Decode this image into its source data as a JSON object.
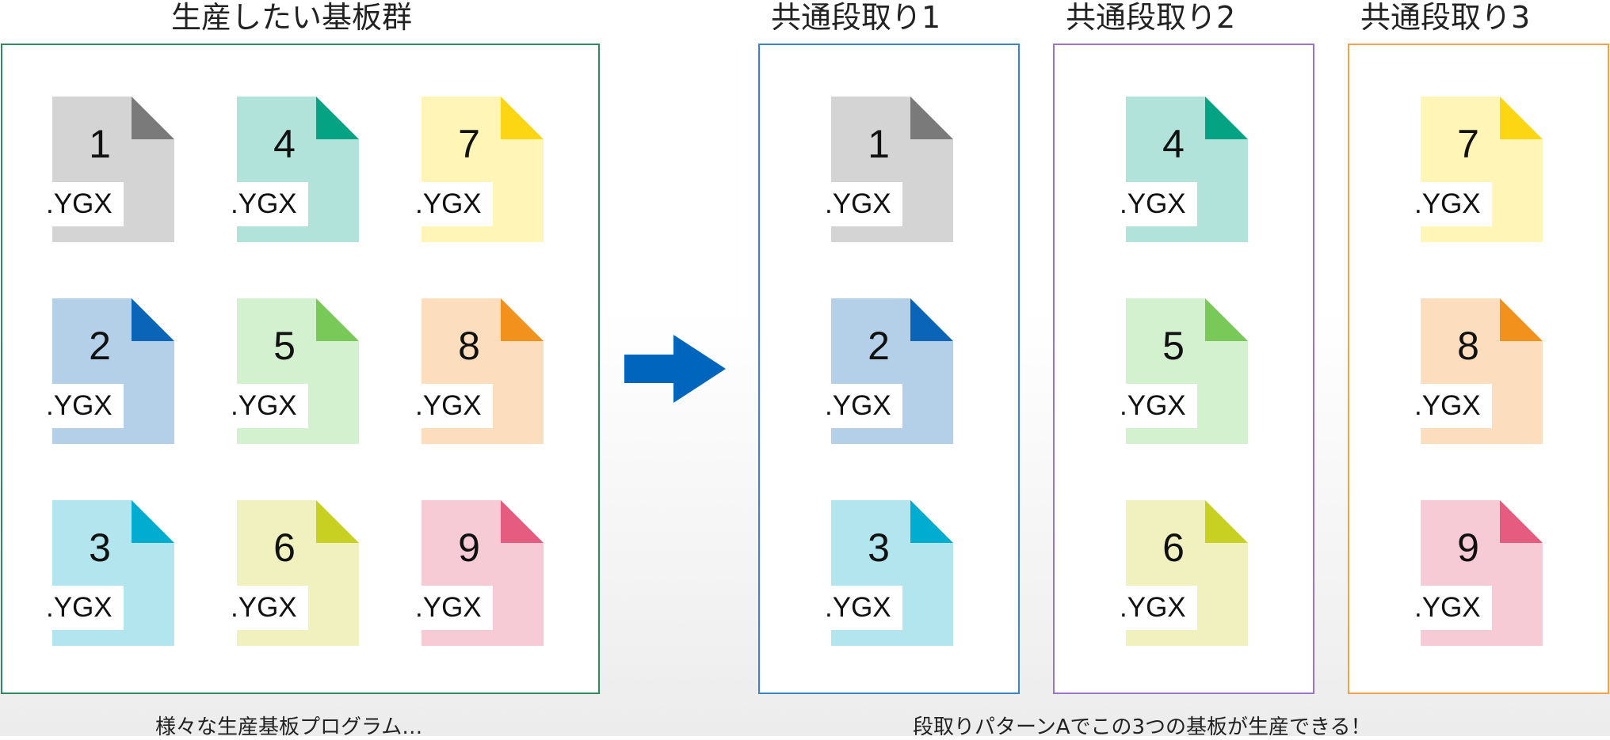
{
  "headings": {
    "source": "生産したい基板群",
    "setup1": "共通段取り1",
    "setup2": "共通段取り2",
    "setup3": "共通段取り3"
  },
  "captions": {
    "source": "様々な生産基板プログラム…",
    "result": "段取りパターンAでこの3つの基板が生産できる！"
  },
  "file_extension": ".YGX",
  "colors": {
    "source_frame": "#2e8b5e",
    "setup1_frame": "#3a84c6",
    "setup2_frame": "#9a74c6",
    "setup3_frame": "#f2a04a",
    "arrow": "#0065bd"
  },
  "files": [
    {
      "num": "1",
      "body": "#d4d4d4",
      "corner": "#7a7a7a"
    },
    {
      "num": "2",
      "body": "#b4cfe8",
      "corner": "#0a64b8"
    },
    {
      "num": "3",
      "body": "#b3e5ee",
      "corner": "#00acd0"
    },
    {
      "num": "4",
      "body": "#b1e3da",
      "corner": "#03a383"
    },
    {
      "num": "5",
      "body": "#d3f0cf",
      "corner": "#78c958"
    },
    {
      "num": "6",
      "body": "#f1f1c0",
      "corner": "#c8d022"
    },
    {
      "num": "7",
      "body": "#fef5b6",
      "corner": "#fcd613"
    },
    {
      "num": "8",
      "body": "#fcddbd",
      "corner": "#f2921c"
    },
    {
      "num": "9",
      "body": "#f7cbd6",
      "corner": "#e65c80"
    }
  ]
}
